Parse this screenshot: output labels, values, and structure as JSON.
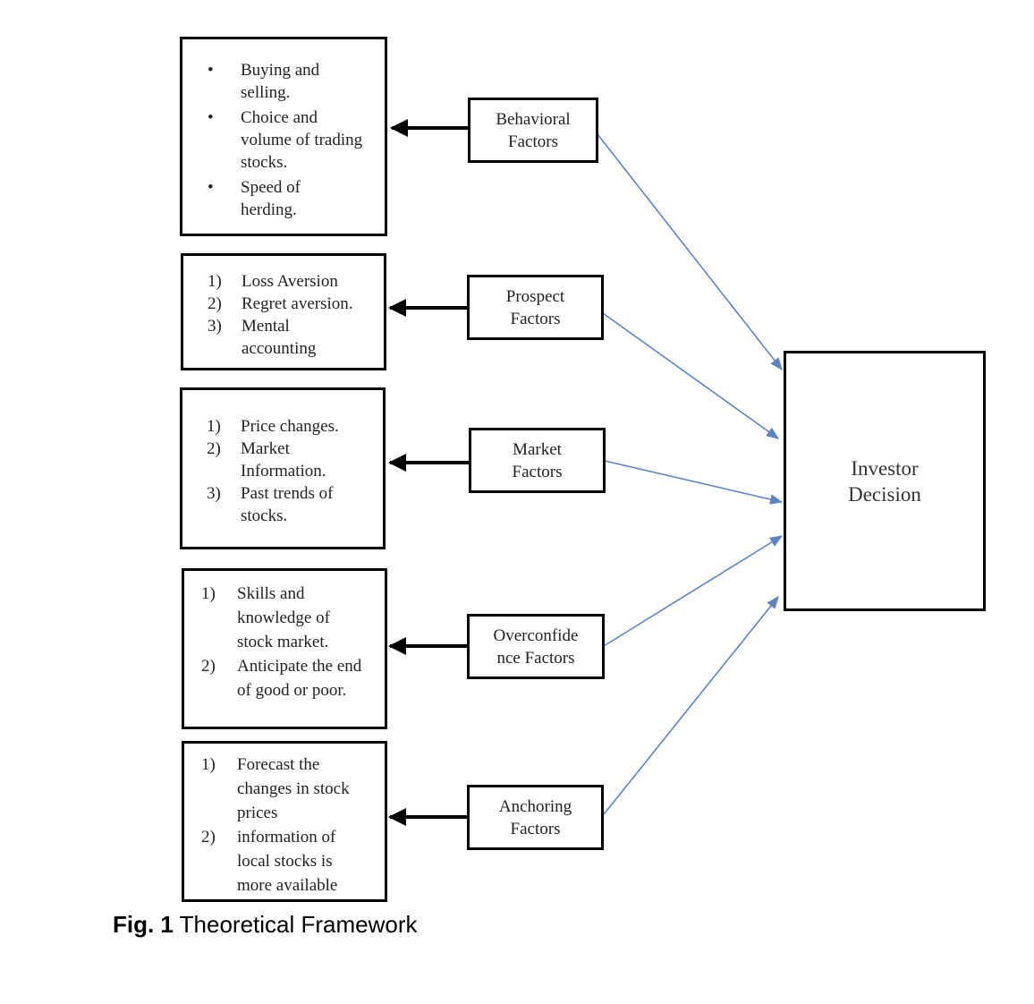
{
  "lists": [
    {
      "style": "bullet",
      "items": [
        "Buying and selling.",
        "Choice and volume of trading stocks.",
        "Speed of herding."
      ]
    },
    {
      "style": "number",
      "items": [
        "Loss Aversion",
        "Regret aversion.",
        "Mental accounting"
      ]
    },
    {
      "style": "number",
      "items": [
        "Price changes.",
        "Market Information.",
        "Past trends of stocks."
      ]
    },
    {
      "style": "number",
      "items": [
        "Skills and knowledge of stock market.",
        "Anticipate the end of good or poor."
      ]
    },
    {
      "style": "number",
      "items": [
        "Forecast the changes in stock prices",
        "information of local stocks is more available"
      ]
    }
  ],
  "factors": [
    {
      "label": "Behavioral Factors"
    },
    {
      "label": "Prospect Factors"
    },
    {
      "label": "Market Factors"
    },
    {
      "label": "Overconfide nce Factors"
    },
    {
      "label": "Anchoring Factors"
    }
  ],
  "decision": {
    "label": "Investor Decision"
  },
  "caption": {
    "prefix": "Fig. 1",
    "text": "Theoretical Framework"
  },
  "colors": {
    "box_border": "#000000",
    "black_arrow": "#000000",
    "blue_arrow": "#5b84c4"
  }
}
